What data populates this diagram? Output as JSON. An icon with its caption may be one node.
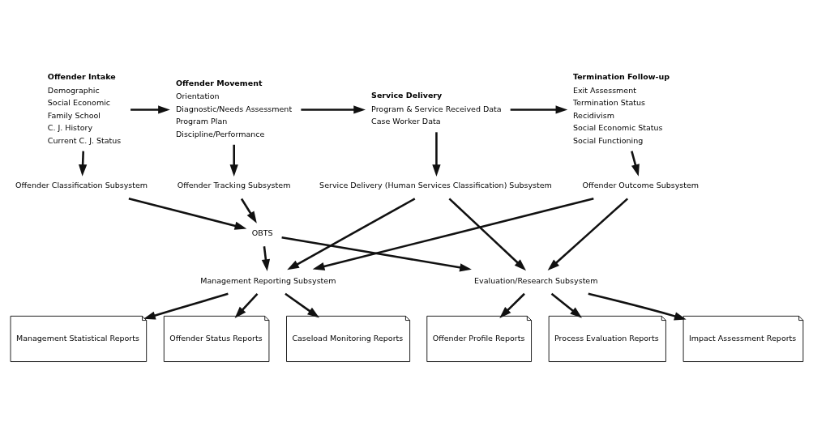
{
  "diagram": {
    "nodes": [
      {
        "text": [
          "Offender Intake",
          "Demographic",
          "Social Economic",
          "Family School",
          "C. J. History",
          "Current C. J. Status"
        ]
      },
      {
        "text": [
          "Offender Movement",
          "Orientation",
          "Diagnostic/Needs Assessment",
          "Program Plan",
          "Discipline/Performance"
        ]
      },
      {
        "text": [
          "Service Delivery",
          "Program & Service Received Data",
          "Case Worker Data"
        ]
      },
      {
        "text": [
          "Termination Follow-up",
          "Exit Assessment",
          "Termination Status",
          "Recidivism",
          "Social Economic Status",
          "Social Functioning"
        ]
      },
      {
        "text": [
          "Offender Classification Subsystem"
        ]
      },
      {
        "text": [
          "Offender Tracking Subsystem"
        ]
      },
      {
        "text": [
          "Service Delivery (Human Services Classification) Subsystem"
        ]
      },
      {
        "text": [
          "Offender Outcome Subsystem"
        ]
      },
      {
        "text": [
          "OBTS"
        ]
      },
      {
        "text": [
          "Management Reporting Subsystem"
        ]
      },
      {
        "text": [
          "Evaluation/Research Subsystem"
        ]
      },
      {
        "text": [
          "Management Statistical Reports"
        ]
      },
      {
        "text": [
          "Offender Status Reports"
        ]
      },
      {
        "text": [
          "Caseload Monitoring Reports"
        ]
      },
      {
        "text": [
          "Offender Profile Reports"
        ]
      },
      {
        "text": [
          "Process Evaluation Reports"
        ]
      },
      {
        "text": [
          "Impact Assessment Reports"
        ]
      }
    ],
    "edges": [
      {
        "from": 0,
        "to": 1,
        "arrow": "to"
      },
      {
        "from": 1,
        "to": 2,
        "arrow": "to"
      },
      {
        "from": 2,
        "to": 3,
        "arrow": "to"
      },
      {
        "from": 0,
        "to": 4,
        "arrow": "to"
      },
      {
        "from": 1,
        "to": 5,
        "arrow": "to"
      },
      {
        "from": 2,
        "to": 6,
        "arrow": "to"
      },
      {
        "from": 3,
        "to": 7,
        "arrow": "to"
      },
      {
        "from": 4,
        "to": 8,
        "arrow": "to"
      },
      {
        "from": 5,
        "to": 8,
        "arrow": "to"
      },
      {
        "from": 8,
        "to": 9,
        "arrow": "to"
      },
      {
        "from": 8,
        "to": 10,
        "arrow": "to"
      },
      {
        "from": 6,
        "to": 9,
        "arrow": "to"
      },
      {
        "from": 6,
        "to": 10,
        "arrow": "to"
      },
      {
        "from": 7,
        "to": 9,
        "arrow": "to"
      },
      {
        "from": 7,
        "to": 10,
        "arrow": "to"
      },
      {
        "from": 9,
        "to": 11,
        "arrow": "to"
      },
      {
        "from": 9,
        "to": 12,
        "arrow": "to"
      },
      {
        "from": 9,
        "to": 13,
        "arrow": "to"
      },
      {
        "from": 10,
        "to": 14,
        "arrow": "to"
      },
      {
        "from": 10,
        "to": 15,
        "arrow": "to"
      },
      {
        "from": 10,
        "to": 16,
        "arrow": "to"
      }
    ]
  }
}
